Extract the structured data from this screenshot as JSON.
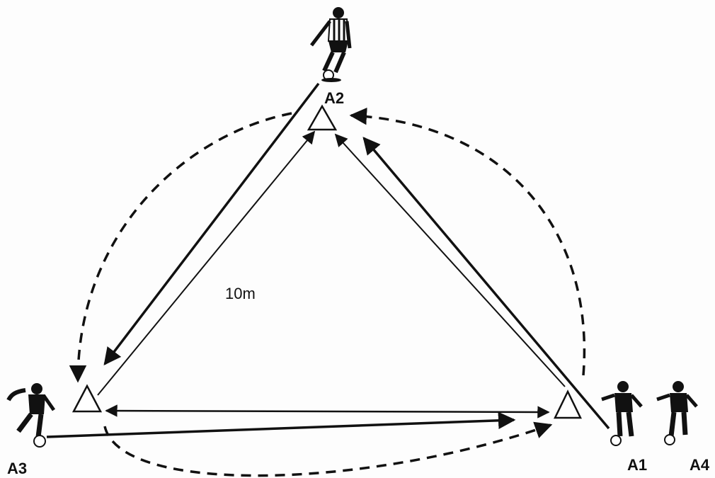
{
  "diagram": {
    "distance_label": "10m",
    "players": [
      {
        "id": "A2",
        "label": "A2",
        "kit": "striped"
      },
      {
        "id": "A3",
        "label": "A3",
        "kit": "dark"
      },
      {
        "id": "A1",
        "label": "A1",
        "kit": "dark"
      },
      {
        "id": "A4",
        "label": "A4",
        "kit": "dark"
      }
    ],
    "colors": {
      "ink": "#111111",
      "background": "#fdfdfd"
    }
  }
}
